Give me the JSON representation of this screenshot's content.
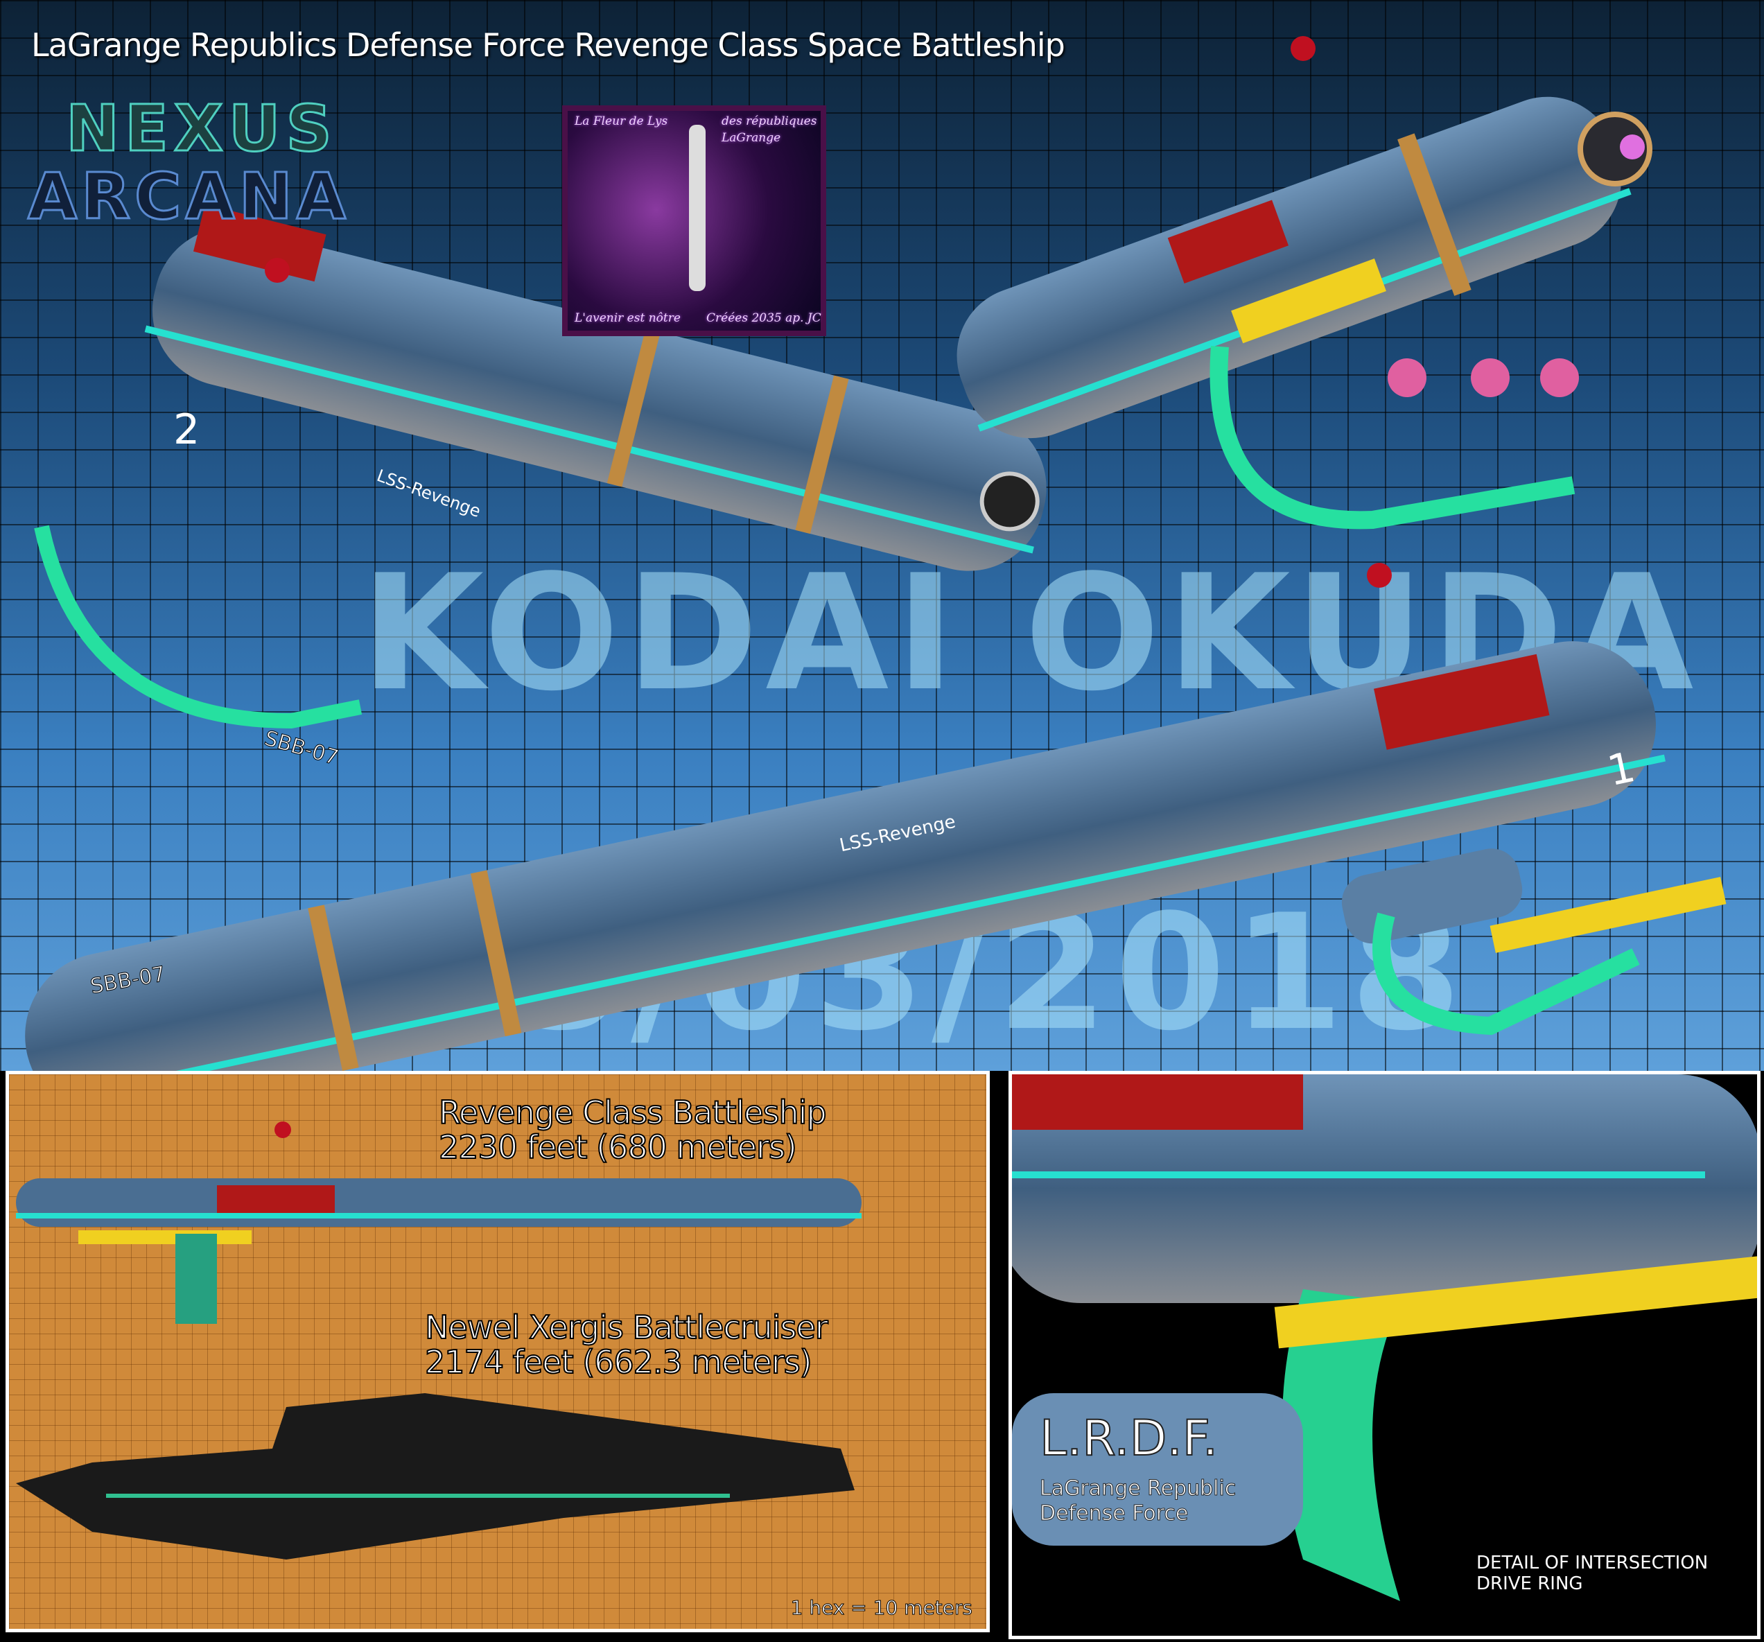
{
  "title": "LaGrange Republics Defense Force Revenge Class Space Battleship",
  "logo": {
    "line1": "NEXUS",
    "line2": "ARCANA"
  },
  "emblem": {
    "top_left": "La Fleur de Lys",
    "top_right_1": "des républiques",
    "top_right_2": "LaGrange",
    "bottom_left": "L'avenir est nôtre",
    "bottom_right": "Créées 2035 ap. JC"
  },
  "watermark": {
    "name": "KODAI OKUDA",
    "date": "03/03/2018"
  },
  "ship_markings": {
    "name": "LSS-Revenge",
    "hull": "SBB-07",
    "number_1": "1",
    "number_2": "2",
    "lrdf": "L.R.D.F.",
    "lrdf_full": "LaGrange Republic Defense Force"
  },
  "comparison": {
    "ship1_name": "Revenge Class Battleship",
    "ship1_length": "2230 feet (680 meters)",
    "ship2_name": "Newel Xergis Battlecruiser",
    "ship2_length": "2174 feet (662.3 meters)",
    "scale": "1 hex = 10 meters"
  },
  "detail": {
    "caption_1": "DETAIL OF INTERSECTION",
    "caption_2": "DRIVE RING"
  },
  "colors": {
    "hull": "#4a6e92",
    "accent": "#26e0d0",
    "red": "#b01818",
    "gold": "#c08a40"
  }
}
